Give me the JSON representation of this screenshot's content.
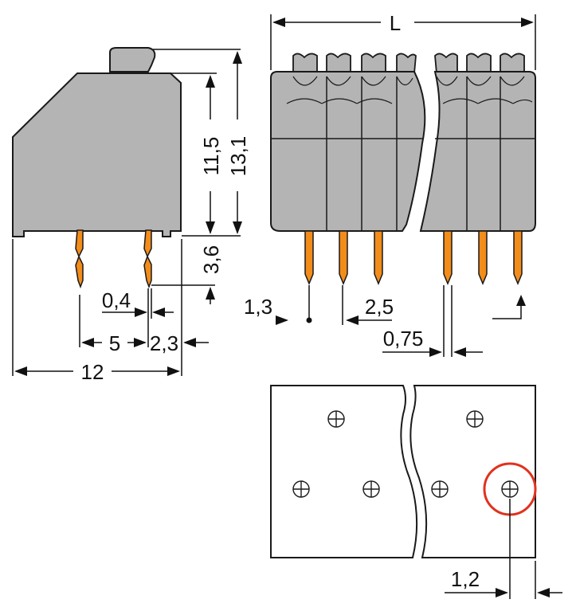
{
  "dimensions": {
    "length": "L",
    "height_body": "11,5",
    "height_total": "13,1",
    "pin_length": "3,6",
    "pin_width": "0,4",
    "pin_offset": "2,3",
    "pin_spacing_side": "5",
    "depth": "12",
    "first_pin_offset": "1,3",
    "pitch": "2,5",
    "pin_thickness": "0,75",
    "hole_offset": "1,2"
  },
  "colors": {
    "housing": "#b4b4b4",
    "housing_dark": "#9a9a9a",
    "outline": "#1a1a1a",
    "pin": "#f28c1a",
    "pcb": "#ffffff",
    "highlight_circle": "#e0321e"
  }
}
